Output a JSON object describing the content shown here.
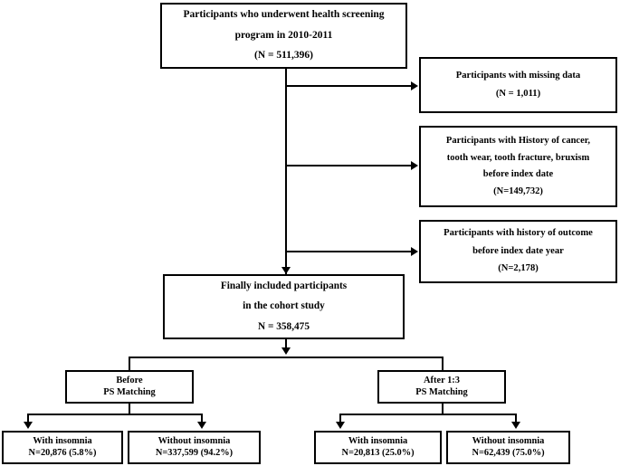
{
  "diagram": {
    "type": "study-flow-chart",
    "colors": {
      "stroke": "#000000",
      "background": "#ffffff",
      "text": "#000000"
    },
    "nodes": {
      "screening": {
        "name": "screening-population-box",
        "lines": [
          "Participants who underwent health screening",
          "program in 2010-2011",
          "(N = 511,396)"
        ]
      },
      "exclusion_missing": {
        "name": "exclusion-missing-data-box",
        "lines": [
          "Participants with missing data",
          "(N = 1,011)"
        ]
      },
      "exclusion_history": {
        "name": "exclusion-history-box",
        "lines": [
          "Participants with History of cancer,",
          "tooth wear, tooth fracture, bruxism",
          "before index date",
          "(N=149,732)"
        ]
      },
      "exclusion_outcome": {
        "name": "exclusion-prior-outcome-box",
        "lines": [
          "Participants with history of outcome",
          "before index date year",
          "(N=2,178)"
        ]
      },
      "final_cohort": {
        "name": "final-cohort-box",
        "lines": [
          "Finally included participants",
          "in the cohort study",
          "N = 358,475"
        ]
      },
      "before_matching": {
        "name": "before-ps-matching-box",
        "lines": [
          "Before",
          "PS Matching"
        ]
      },
      "after_matching": {
        "name": "after-ps-matching-box",
        "lines": [
          "After 1:3",
          "PS Matching"
        ]
      },
      "before_with_insomnia": {
        "name": "before-with-insomnia-box",
        "lines": [
          "With insomnia",
          "N=20,876 (5.8%)"
        ]
      },
      "before_without_insomnia": {
        "name": "before-without-insomnia-box",
        "lines": [
          "Without insomnia",
          "N=337,599 (94.2%)"
        ]
      },
      "after_with_insomnia": {
        "name": "after-with-insomnia-box",
        "lines": [
          "With insomnia",
          "N=20,813 (25.0%)"
        ]
      },
      "after_without_insomnia": {
        "name": "after-without-insomnia-box",
        "lines": [
          "Without insomnia",
          "N=62,439 (75.0%)"
        ]
      }
    }
  }
}
